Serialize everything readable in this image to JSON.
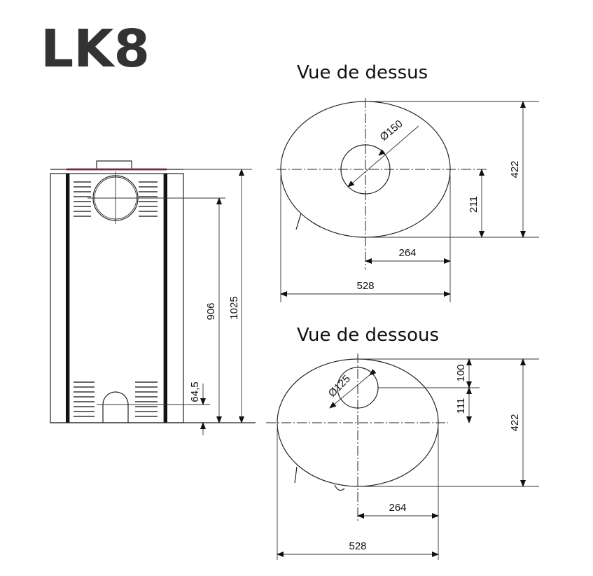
{
  "model": "LK8",
  "views": {
    "top_title": "Vue de dessus",
    "bottom_title": "Vue de dessous"
  },
  "dimensions": {
    "front_height": "1025",
    "front_flue_height": "906",
    "front_inlet_height": "64,5",
    "top_depth": "422",
    "top_flue_offset": "211",
    "top_half_width": "264",
    "top_width": "528",
    "top_flue_diameter": "Ø150",
    "bottom_inlet_diameter": "Ø125",
    "bottom_offset_100": "100",
    "bottom_offset_111": "111",
    "bottom_depth": "422",
    "bottom_half_width": "264",
    "bottom_width": "528"
  },
  "colors": {
    "title": "#333333",
    "top_plate_accent": "#c0506a"
  }
}
